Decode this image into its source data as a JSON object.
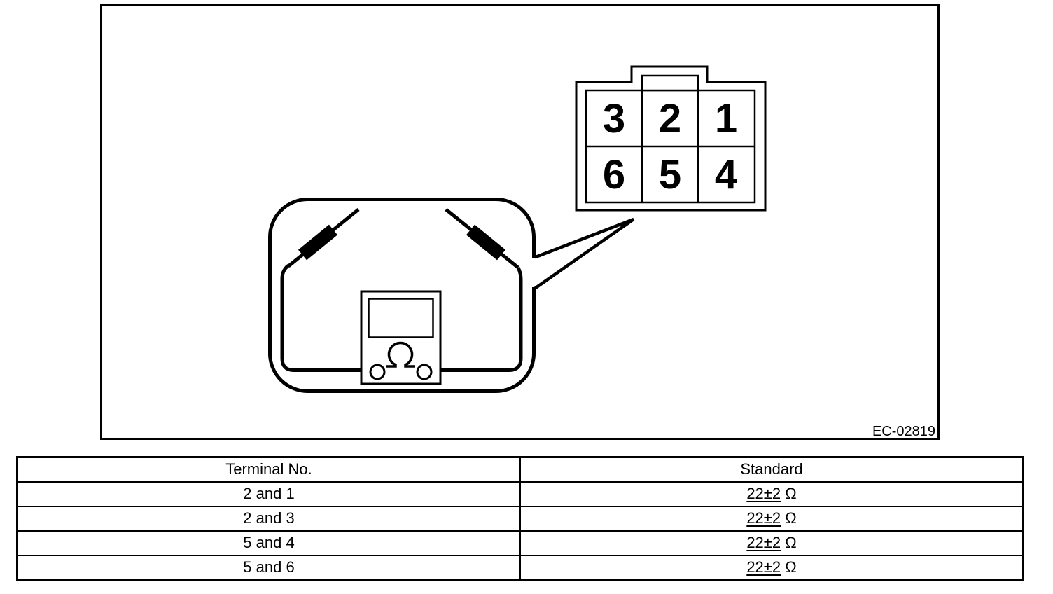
{
  "diagram": {
    "figure_label": "EC-02819",
    "connector": {
      "top_row": [
        "3",
        "2",
        "1"
      ],
      "bottom_row": [
        "6",
        "5",
        "4"
      ]
    },
    "colors": {
      "line": "#000000",
      "background": "#ffffff"
    }
  },
  "table": {
    "headers": [
      "Terminal No.",
      "Standard"
    ],
    "rows": [
      {
        "terminal": "2 and 1",
        "standard_value": "22±2",
        "standard_unit": "Ω"
      },
      {
        "terminal": "2 and 3",
        "standard_value": "22±2",
        "standard_unit": "Ω"
      },
      {
        "terminal": "5 and 4",
        "standard_value": "22±2",
        "standard_unit": "Ω"
      },
      {
        "terminal": "5 and 6",
        "standard_value": "22±2",
        "standard_unit": "Ω"
      }
    ]
  }
}
